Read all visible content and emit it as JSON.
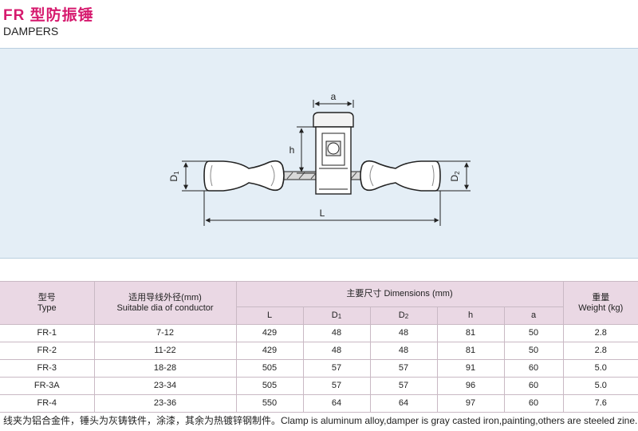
{
  "header": {
    "title": "FR 型防振锤",
    "subtitle": "DAMPERS"
  },
  "drawing": {
    "labels": {
      "a": "a",
      "h": "h",
      "D1": "D",
      "D1_sub": "1",
      "D2": "D",
      "D2_sub": "2",
      "L": "L"
    }
  },
  "table": {
    "headers": {
      "type_cn": "型号",
      "type_en": "Type",
      "dia_cn": "适用导线外径(mm)",
      "dia_en": "Suitable dia of conductor",
      "dims": "主要尺寸 Dimensions (mm)",
      "weight_cn": "重量",
      "weight_en": "Weight (kg)",
      "L": "L",
      "D1": "D",
      "D1_sub": "1",
      "D2": "D",
      "D2_sub": "2",
      "h": "h",
      "a": "a"
    },
    "rows": [
      {
        "type": "FR-1",
        "dia": "7-12",
        "L": "429",
        "D1": "48",
        "D2": "48",
        "h": "81",
        "a": "50",
        "weight": "2.8"
      },
      {
        "type": "FR-2",
        "dia": "11-22",
        "L": "429",
        "D1": "48",
        "D2": "48",
        "h": "81",
        "a": "50",
        "weight": "2.8"
      },
      {
        "type": "FR-3",
        "dia": "18-28",
        "L": "505",
        "D1": "57",
        "D2": "57",
        "h": "91",
        "a": "60",
        "weight": "5.0"
      },
      {
        "type": "FR-3A",
        "dia": "23-34",
        "L": "505",
        "D1": "57",
        "D2": "57",
        "h": "96",
        "a": "60",
        "weight": "5.0"
      },
      {
        "type": "FR-4",
        "dia": "23-36",
        "L": "550",
        "D1": "64",
        "D2": "64",
        "h": "97",
        "a": "60",
        "weight": "7.6"
      }
    ]
  },
  "footnote": "线夹为铝合金件，锤头为灰铸铁件，涂漆，其余为热镀锌钢制件。Clamp is aluminum alloy,damper is gray casted iron,painting,others are steeled zine."
}
